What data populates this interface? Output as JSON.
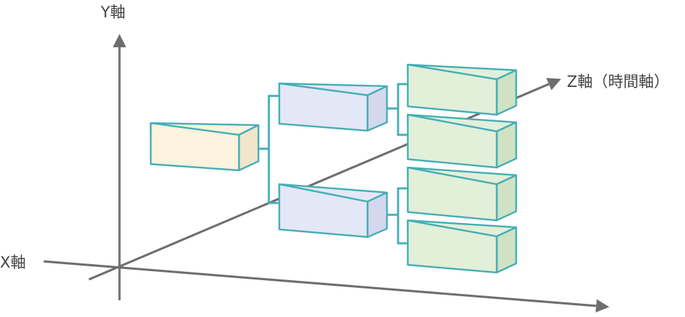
{
  "axes": {
    "x_label": "X軸",
    "y_label": "Y軸",
    "z_label": "Z軸（時間軸）"
  },
  "colors": {
    "axis": "#6e6e6e",
    "label_text": "#444444",
    "stroke": "#45aeb5",
    "box_root_front": "#fdf3de",
    "box_root_side": "#f1e6cd",
    "box_mid_front": "#e4e7f6",
    "box_mid_side": "#d3d8ee",
    "box_leaf_front": "#e2efd9",
    "box_leaf_side": "#cfe2c4"
  },
  "boxes": [
    {
      "id": "root",
      "level": "root"
    },
    {
      "id": "mid-top",
      "level": "mid"
    },
    {
      "id": "mid-bottom",
      "level": "mid"
    },
    {
      "id": "leaf-1",
      "level": "leaf"
    },
    {
      "id": "leaf-2",
      "level": "leaf"
    },
    {
      "id": "leaf-3",
      "level": "leaf"
    },
    {
      "id": "leaf-4",
      "level": "leaf"
    }
  ]
}
